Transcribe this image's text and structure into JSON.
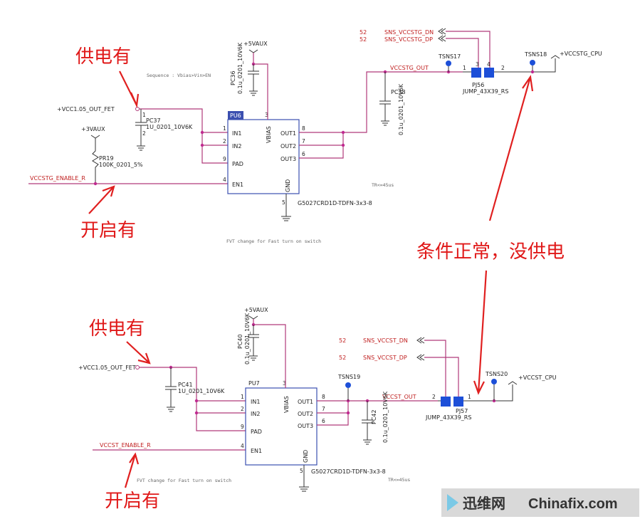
{
  "annotations": {
    "power_top": "供电有",
    "enable_top": "开启有",
    "condition": "条件正常，没供电",
    "power_bottom": "供电有",
    "enable_bottom": "开启有"
  },
  "top": {
    "vin_net": "+VCC1.05_OUT_FET",
    "aux3": "+3VAUX",
    "aux5": "+5VAUX",
    "sequence_note": "Sequence : Vbias>Vin>EN",
    "cap_in_ref": "PC37",
    "cap_in_val": "1U_0201_10V6K",
    "res_ref": "PR19",
    "res_val": "100K_0201_5%",
    "cap_bias_ref": "PC36",
    "cap_bias_val": "0.1u_0201_10V6K",
    "enable_net": "VCCSTG_ENABLE_R",
    "ic_ref": "PU6",
    "ic_part": "G5027CRD1D-TDFN-3x3-8",
    "pins": {
      "in1": "IN1",
      "in2": "IN2",
      "pad": "PAD",
      "en1": "EN1",
      "vbias": "VBIAS",
      "gnd": "GND",
      "out1": "OUT1",
      "out2": "OUT2",
      "out3": "OUT3"
    },
    "pin_nums": {
      "in1": "1",
      "in2": "2",
      "pad": "9",
      "en1": "4",
      "vbias": "3",
      "gnd": "5",
      "out1": "8",
      "out2": "7",
      "out3": "6"
    },
    "out_net": "VCCSTG_OUT",
    "cap_out_ref": "PC38",
    "cap_out_val": "0.1u_0201_10V6K",
    "tp_left": "TSNS17",
    "tp_right": "TSNS18",
    "jump_ref": "PJ56",
    "jump_part": "JUMP_43X39_RS",
    "sns_dn": "SNS_VCCSTG_DN",
    "sns_dp": "SNS_VCCSTG_DP",
    "sheet_dn": "52",
    "sheet_dp": "52",
    "cpu_net": "+VCCSTG_CPU",
    "timing_note": "TR<=45us",
    "fvt_note": "FVT change for Fast turn on switch"
  },
  "bottom": {
    "vin_net": "+VCC1.05_OUT_FET",
    "aux5": "+5VAUX",
    "cap_in_ref": "PC41",
    "cap_in_val": "1U_0201_10V6K",
    "cap_bias_ref": "PC40",
    "cap_bias_val": "0.1u_0201_10V6K",
    "enable_net": "VCCST_ENABLE_R",
    "ic_ref": "PU7",
    "ic_part": "G5027CRD1D-TDFN-3x3-8",
    "pins": {
      "in1": "IN1",
      "in2": "IN2",
      "pad": "PAD",
      "en1": "EN1",
      "vbias": "VBIAS",
      "gnd": "GND",
      "out1": "OUT1",
      "out2": "OUT2",
      "out3": "OUT3"
    },
    "pin_nums": {
      "in1": "1",
      "in2": "2",
      "pad": "9",
      "en1": "4",
      "vbias": "3",
      "gnd": "5",
      "out1": "8",
      "out2": "7",
      "out3": "6"
    },
    "out_net": "VCCST_OUT",
    "cap_out_ref": "PC42",
    "cap_out_val": "0.1u_0201_10V6K",
    "tp_left": "TSNS19",
    "tp_right": "TSNS20",
    "jump_ref": "PJ57",
    "jump_part": "JUMP_43X39_RS",
    "sns_dn": "SNS_VCCST_DN",
    "sns_dp": "SNS_VCCST_DP",
    "sheet_dn": "52",
    "sheet_dp": "52",
    "cpu_net": "+VCCST_CPU",
    "timing_note": "TR<=45us",
    "fvt_note": "FVT change for Fast turn on switch"
  },
  "watermark": {
    "cn": "迅维网",
    "en": "Chinafix.com"
  }
}
